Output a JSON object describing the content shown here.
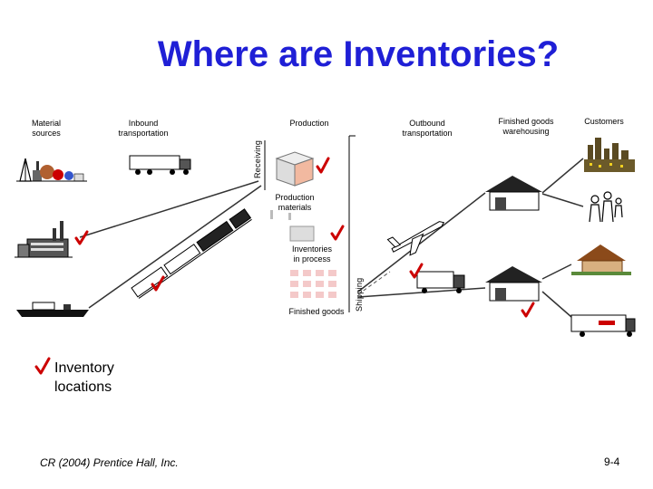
{
  "title": "Where are Inventories?",
  "columns": {
    "material_sources": "Material\nsources",
    "inbound": "Inbound\ntransportation",
    "production": "Production",
    "outbound": "Outbound\ntransportation",
    "finished_goods_warehousing": "Finished goods\nwarehousing",
    "customers": "Customers"
  },
  "side_labels": {
    "receiving": "Receiving",
    "shipping": "Shipping"
  },
  "production_stages": {
    "materials": "Production\nmaterials",
    "wip": "Inventories\nin process",
    "finished": "Finished goods"
  },
  "legend": {
    "label": "Inventory\nlocations"
  },
  "footer": {
    "credit": "CR (2004) Prentice Hall, Inc.",
    "page": "9-4"
  },
  "colors": {
    "title": "#1f1fd6",
    "check": "#cc0000",
    "box_fill": "#f4c9c9"
  }
}
